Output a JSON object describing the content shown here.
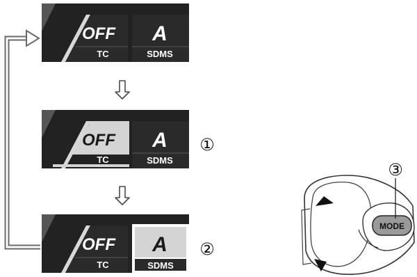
{
  "panels": [
    {
      "mode_label": "OFF",
      "mode_sub": "TC",
      "sdms_label": "A",
      "sdms_sub": "SDMS",
      "highlight": "none",
      "callout": ""
    },
    {
      "mode_label": "OFF",
      "mode_sub": "TC",
      "sdms_label": "A",
      "sdms_sub": "SDMS",
      "highlight": "tc",
      "callout": "①"
    },
    {
      "mode_label": "OFF",
      "mode_sub": "TC",
      "sdms_label": "A",
      "sdms_sub": "SDMS",
      "highlight": "sdms",
      "callout": "②"
    }
  ],
  "switch": {
    "button_label": "MODE",
    "callout": "③",
    "icons": [
      "arrow-up-icon",
      "arrow-down-icon"
    ]
  },
  "colors": {
    "panel_bg": "#202020",
    "panel_accent": "#3a3a3a",
    "highlight_fill": "#d4d4d4",
    "text_light": "#ffffff",
    "text_dark": "#1a1a1a",
    "arrow": "#555555",
    "switch_button": "#9a9a9a"
  }
}
